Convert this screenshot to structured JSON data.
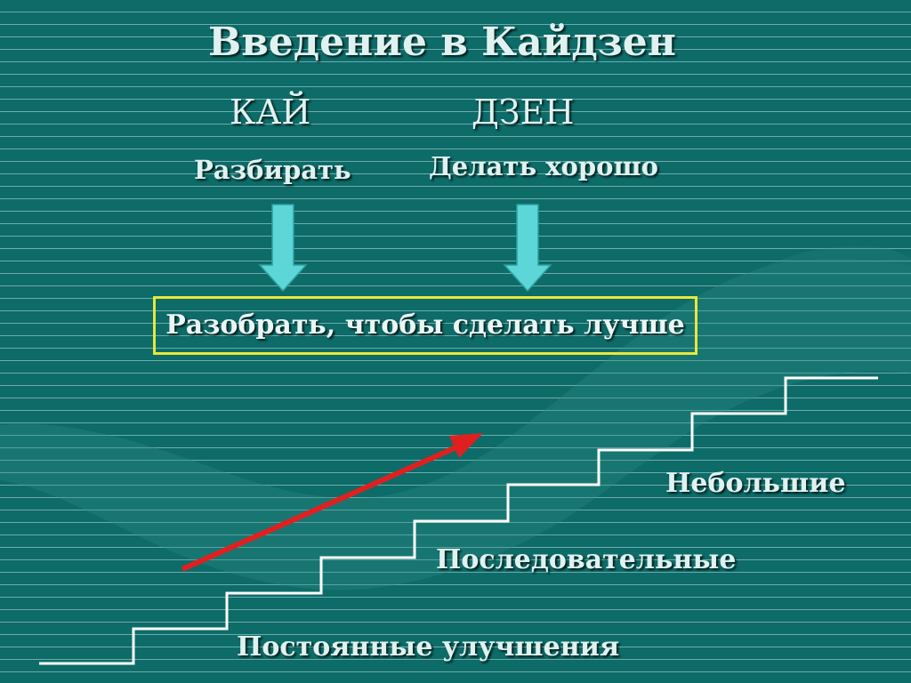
{
  "title": "Введение в Кайдзен",
  "kai": {
    "word": "КАЙ",
    "meaning": "Разбирать"
  },
  "dzen": {
    "word": "ДЗЕН",
    "meaning": "Делать хорошо"
  },
  "result": "Разобрать, чтобы сделать лучше",
  "steps": {
    "top": "Небольшие",
    "middle": "Последовательные",
    "bottom": "Постоянные улучшения"
  },
  "colors": {
    "background": "#0d6b68",
    "box_border": "#e8e838",
    "down_arrow": "#5cd6d6",
    "growth_arrow": "#e02020",
    "stair_line": "#ffffff"
  },
  "icons": {
    "kai_arrow": "arrow-down-icon",
    "dzen_arrow": "arrow-down-icon",
    "growth_arrow": "arrow-up-right-icon"
  }
}
